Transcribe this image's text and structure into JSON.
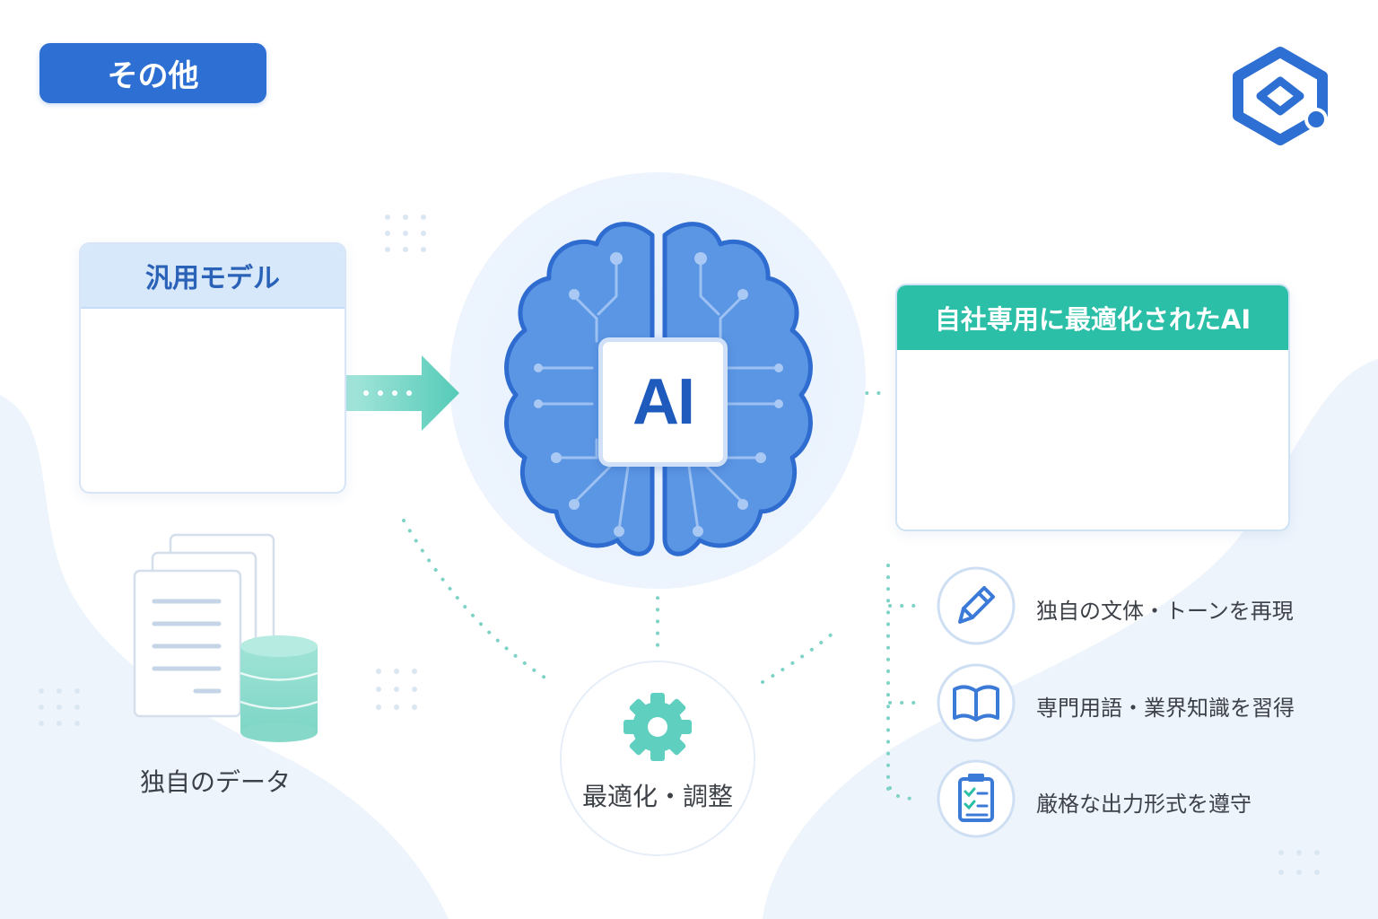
{
  "category_tag": "その他",
  "general_model": {
    "title": "汎用モデル"
  },
  "proprietary_data": {
    "label": "独自のデータ"
  },
  "center": {
    "chip_label": "AI"
  },
  "optimization": {
    "label": "最適化・調整"
  },
  "result": {
    "title": "自社専用に最適化されたAI"
  },
  "features": [
    {
      "icon": "pencil-icon",
      "label": "独自の文体・トーンを再現"
    },
    {
      "icon": "book-icon",
      "label": "専門用語・業界知識を習得"
    },
    {
      "icon": "checklist-icon",
      "label": "厳格な出力形式を遵守"
    }
  ],
  "colors": {
    "primary_blue": "#2d6fd2",
    "brain_blue": "#5b96e4",
    "teal": "#2bbfa8",
    "light_blue": "#d8e8fb"
  }
}
